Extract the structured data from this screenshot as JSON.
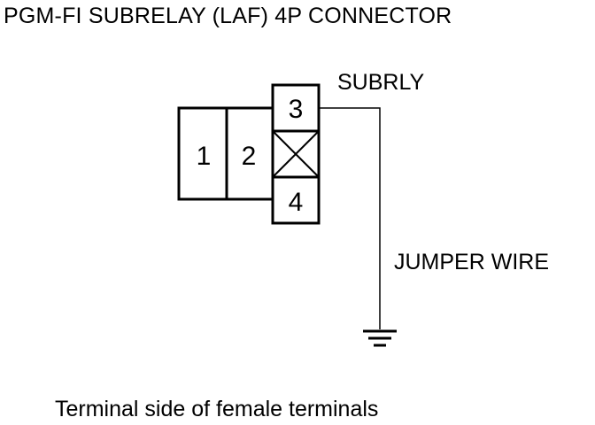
{
  "title": "PGM-FI SUBRELAY (LAF) 4P CONNECTOR",
  "caption": "Terminal side of female terminals",
  "labels": {
    "subrly": "SUBRLY",
    "jumper_wire": "JUMPER WIRE"
  },
  "connector": {
    "pins": [
      {
        "number": "1"
      },
      {
        "number": "2"
      },
      {
        "number": "3"
      },
      {
        "number": "4"
      }
    ],
    "blank_terminal": "crossed-out"
  },
  "symbols": {
    "ground": "ground-icon"
  }
}
